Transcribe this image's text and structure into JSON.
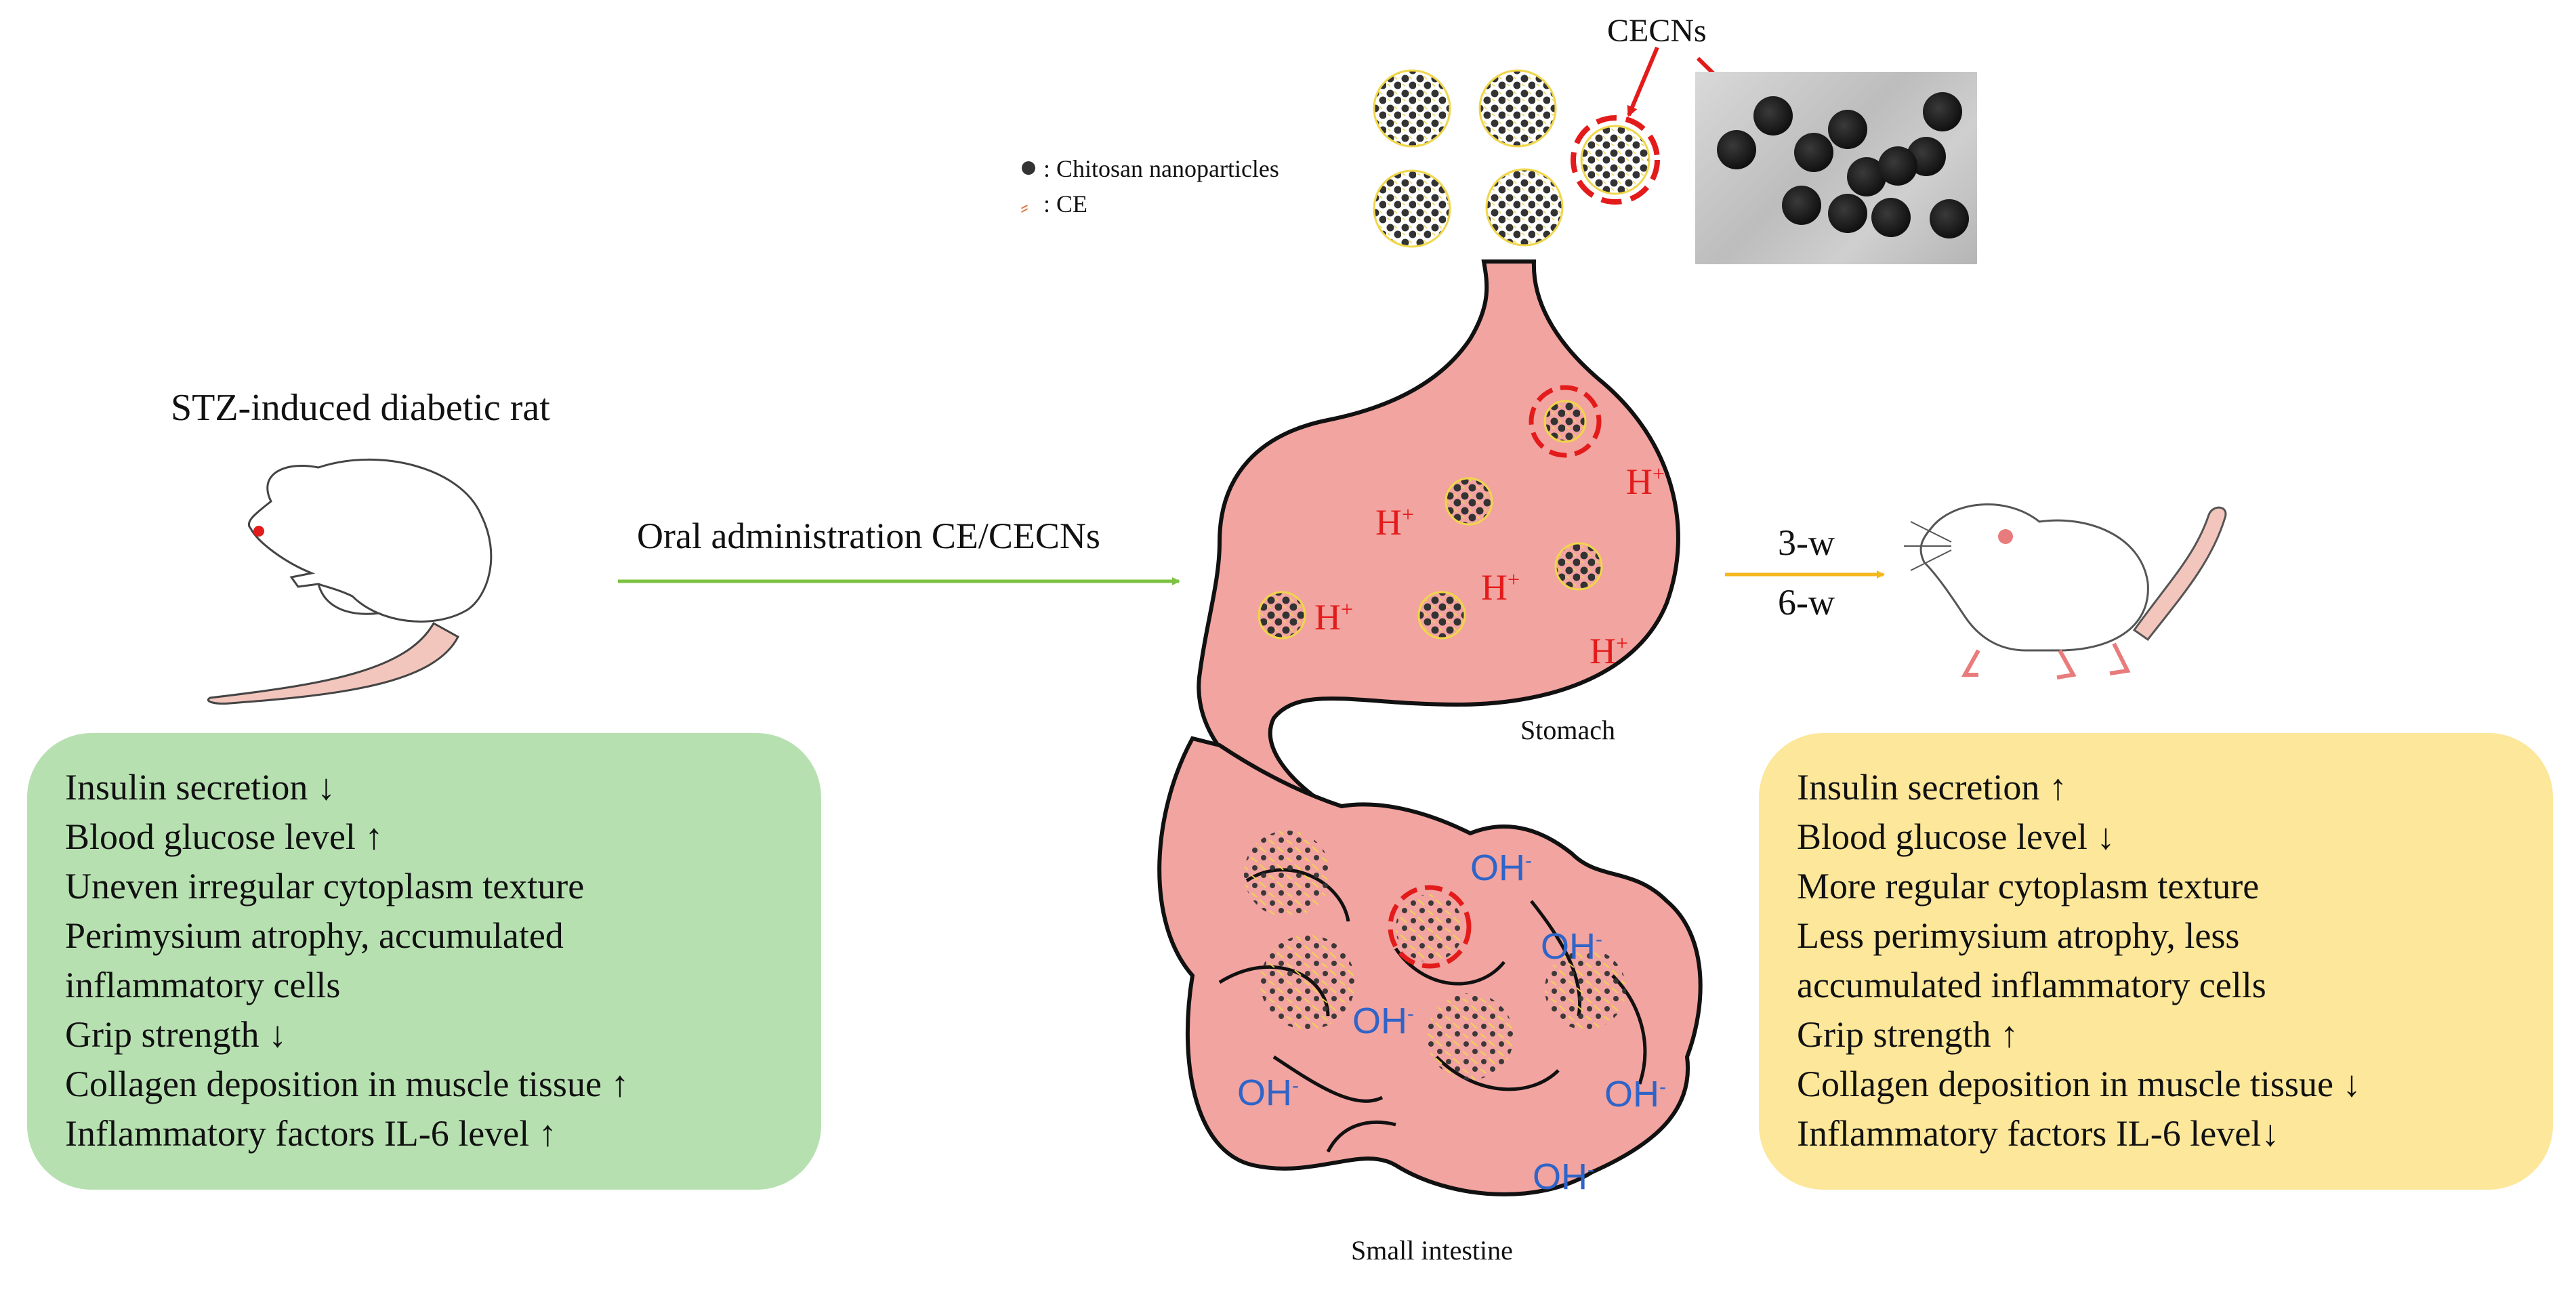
{
  "title_rat": "STZ-induced diabetic rat",
  "arrow_oral": "Oral administration CE/CECNs",
  "arrow_time_1": "3-w",
  "arrow_time_2": "6-w",
  "label_stomach": "Stomach",
  "label_intestine": "Small intestine",
  "label_cecns": "CECNs",
  "legend": {
    "nanoparticles": ": Chitosan nanoparticles",
    "ce": ": CE"
  },
  "ions": {
    "h": "H",
    "h_charge": "+",
    "oh": "OH",
    "oh_charge": "-"
  },
  "panel_before": [
    "Insulin secretion ↓",
    "Blood glucose level ↑",
    "Uneven irregular cytoplasm texture",
    "Perimysium atrophy, accumulated",
    "inflammatory cells",
    "Grip strength ↓",
    "Collagen deposition in muscle tissue ↑",
    "Inflammatory factors IL-6 level ↑"
  ],
  "panel_after": [
    "Insulin secretion ↑",
    "Blood glucose level ↓",
    "More regular cytoplasm texture",
    "Less perimysium atrophy, less",
    "accumulated inflammatory cells",
    "Grip strength ↑",
    "Collagen deposition in muscle tissue ↓",
    "Inflammatory factors IL-6 level↓"
  ],
  "colors": {
    "panel_before": "#b7e0b1",
    "panel_after": "#fce79a",
    "arrow_oral": "#7dc242",
    "arrow_time": "#f5b81c",
    "organ": "#f2a4a0",
    "h_ion": "#e31b1b",
    "oh_ion": "#2f64c8",
    "highlight": "#e31b1b"
  }
}
